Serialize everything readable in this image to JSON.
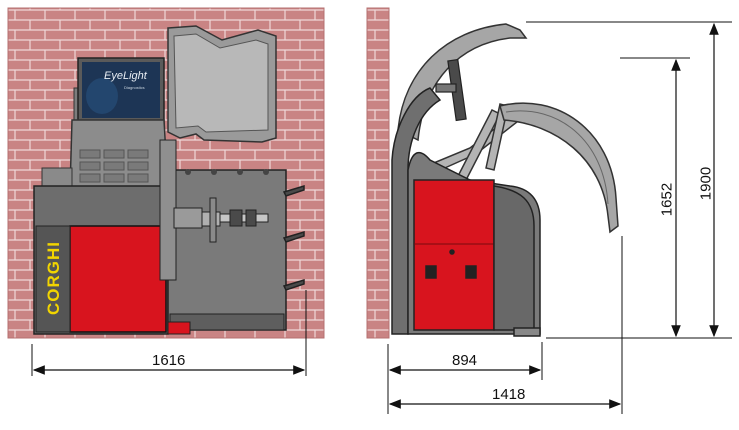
{
  "front_view": {
    "width_dimension": "1616",
    "brand_logo": "CORGHI",
    "screen_title": "EyeLight",
    "screen_subtitle": "Diagnostics"
  },
  "side_view": {
    "depth_dimension": "894",
    "overall_depth_dimension": "1418",
    "height_dimension": "1652",
    "overall_height_dimension": "1900"
  },
  "colors": {
    "brick": "#c98484",
    "mortar": "#f0d8d8",
    "cabinet_gray": "#6d6d6d",
    "red_panel": "#d8141e",
    "guard_gray": "#9a9a9a"
  }
}
